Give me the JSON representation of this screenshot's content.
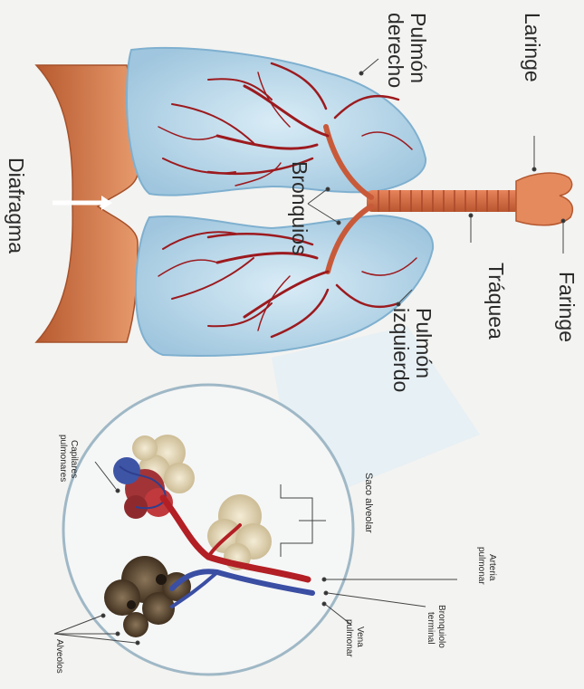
{
  "labels": {
    "laringe": "Laringe",
    "faringe": "Faringe",
    "pulmon_derecho_1": "Pulmón",
    "pulmon_derecho_2": "derecho",
    "traquea": "Tráquea",
    "bronquios": "Bronquios",
    "pulmon_izquierdo_1": "Pulmón",
    "pulmon_izquierdo_2": "izquierdo",
    "diafragma": "Diafragma",
    "saco_alveolar": "Saco alveolar",
    "arteria_pulmonar_1": "Arteria",
    "arteria_pulmonar_2": "pulmonar",
    "capilares_1": "Capilares",
    "capilares_2": "pulmonares",
    "bronquiolo_1": "Bronquiolo",
    "bronquiolo_2": "terminal",
    "vena_1": "Vena",
    "vena_2": "pulmonar",
    "alveolos": "Alveolos"
  },
  "colors": {
    "lung": "#b9d7e8",
    "lung_edge": "#7fb0cf",
    "vessel": "#a4161b",
    "trachea": "#d96a45",
    "diaphragm": "#d17445",
    "vein": "#3b4fa0",
    "alveoli_light": "#e8dcc0",
    "alveoli_dark": "#4c3a28"
  }
}
